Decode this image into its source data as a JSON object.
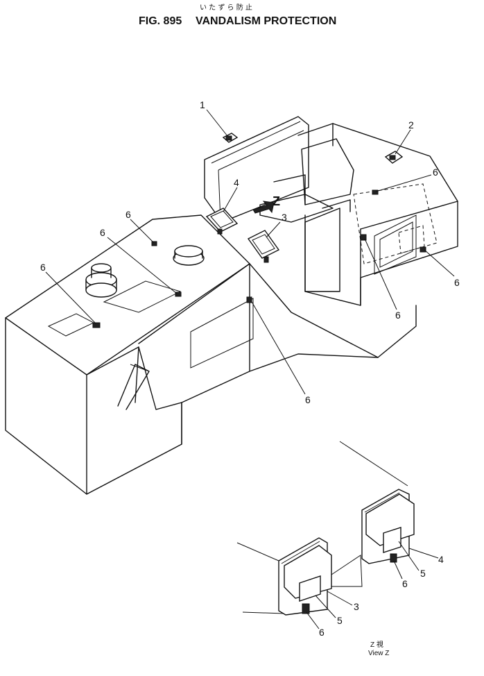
{
  "title": {
    "figure": "FIG. 895",
    "name": "VANDALISM PROTECTION",
    "japanese": "い た ず ら 防 止"
  },
  "callouts": {
    "c1": "1",
    "c2": "2",
    "c3": "3",
    "c4": "4",
    "c5": "5",
    "c6": "6"
  },
  "view_marker": "Z",
  "view_label": {
    "japanese": "Z 視",
    "english": "View Z"
  }
}
